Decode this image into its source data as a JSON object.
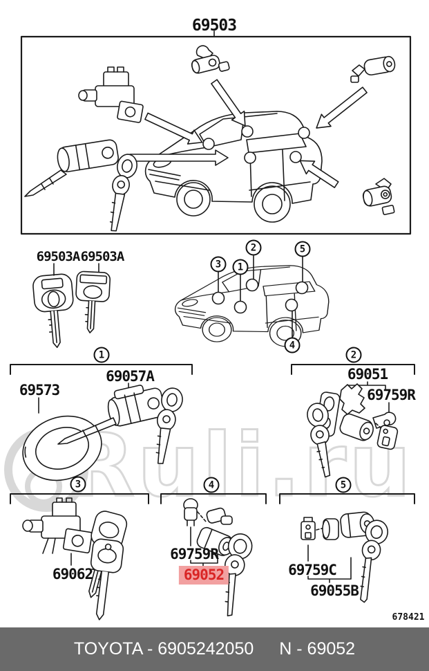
{
  "title_label": "69503",
  "key_labels": {
    "left": "69503A",
    "right": "69503A"
  },
  "callouts": {
    "n1": "1",
    "n2": "2",
    "n3": "3",
    "n4": "4",
    "n5": "5"
  },
  "sections": {
    "s1": {
      "num": "1",
      "part_a": "69573",
      "part_b": "69057A"
    },
    "s2": {
      "num": "2",
      "part_a": "69051",
      "part_b": "69759R"
    },
    "s3": {
      "num": "3",
      "part_a": "69062"
    },
    "s4": {
      "num": "4",
      "part_a": "69759R",
      "part_b": "69052",
      "part_b_highlighted": true
    },
    "s5": {
      "num": "5",
      "part_a": "69759C",
      "part_b": "69055B"
    }
  },
  "diagram_number": "678421",
  "watermark": "Ruli.ru",
  "footer": {
    "left": "TOYOTA - 6905242050",
    "right": "N - 69052"
  },
  "colors": {
    "highlight_bg": "#f2a0a0",
    "highlight_text": "#d92525",
    "footer_bg": "#6a6a6a",
    "footer_text": "#ffffff",
    "watermark": "#d8d8d8",
    "line": "#1a1a1a"
  }
}
